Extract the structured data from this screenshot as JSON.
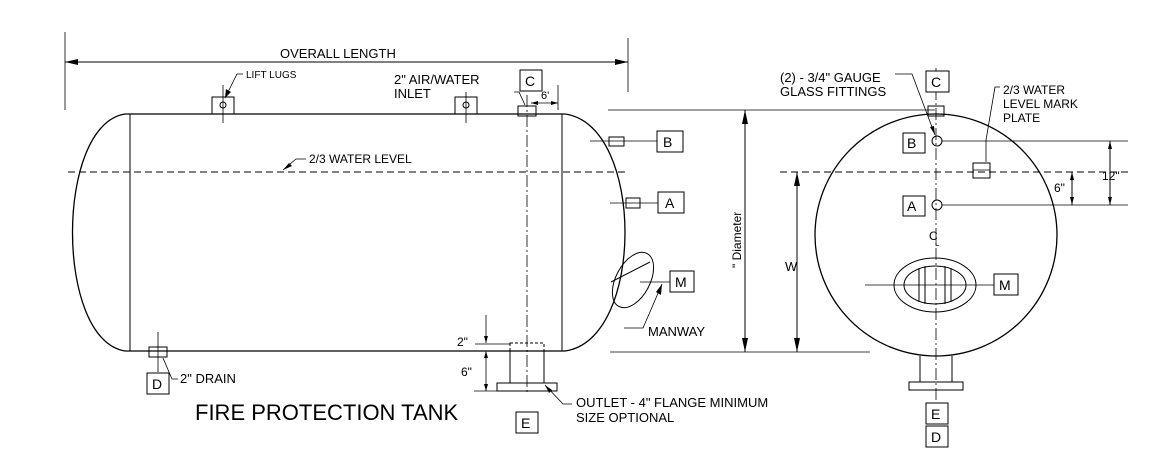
{
  "title": "FIRE PROTECTION TANK",
  "labels": {
    "overall_length": "OVERALL LENGTH",
    "lift_lugs": "LIFT LUGS",
    "air_inlet_1": "2\" AIR/WATER",
    "air_inlet_2": "INLET",
    "six_ft": "6'",
    "water_level": "2/3 WATER LEVEL",
    "diameter": "\" Diameter",
    "w": "W",
    "manway": "MANWAY",
    "two_in": "2\"",
    "six_in": "6\"",
    "drain": "2\" DRAIN",
    "outlet_1": "OUTLET - 4\" FLANGE MINIMUM",
    "outlet_2": "SIZE OPTIONAL",
    "gauge_1": "(2) - 3/4\" GAUGE",
    "gauge_2": "GLASS FITTINGS",
    "mark_1": "2/3 WATER",
    "mark_2": "LEVEL MARK",
    "mark_3": "PLATE",
    "twelve_in": "12\"",
    "six_in_right": "6\"",
    "centerline": "C",
    "centerline_sub": "L"
  },
  "tags": {
    "a": "A",
    "b": "B",
    "c": "C",
    "m": "M",
    "d": "D",
    "e": "E",
    "a_right": "A",
    "b_right": "B",
    "c_right": "C",
    "m_right": "M",
    "e_right": "E",
    "d_right": "D"
  }
}
